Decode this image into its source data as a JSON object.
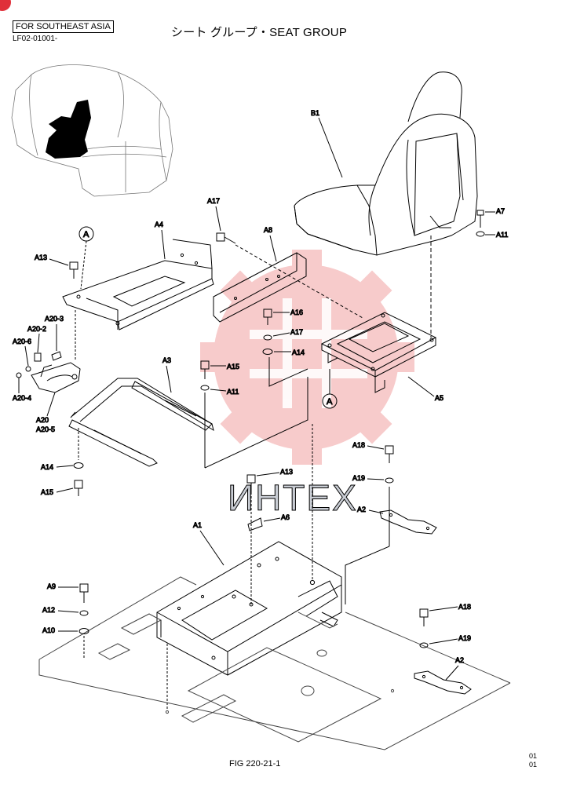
{
  "header": {
    "region": "FOR SOUTHEAST ASIA",
    "ref_code": "LF02-01001-",
    "title": "シート グループ・SEAT GROUP"
  },
  "footer": {
    "figure": "FIG 220-21-1",
    "page_a": "01",
    "page_b": "01"
  },
  "watermark": "ИНТЕХ",
  "colors": {
    "watermark_red": "#f4b4b4",
    "watermark_grey": "#c9cdd4",
    "line": "#000000"
  },
  "callouts": {
    "b1": "B1",
    "a17_top": "A17",
    "a7": "A7",
    "a11_right": "A11",
    "a4": "A4",
    "a8": "A8",
    "a13_left": "A13",
    "a20_3": "A20-3",
    "a20_2": "A20-2",
    "a20_6": "A20-6",
    "a20_4": "A20-4",
    "a20": "A20",
    "a20_5": "A20-5",
    "a16": "A16",
    "a17_mid": "A17",
    "a14_mid": "A14",
    "a3": "A3",
    "a15_mid": "A15",
    "a11_mid": "A11",
    "a5": "A5",
    "a14_left": "A14",
    "a15_left": "A15",
    "a18_top": "A18",
    "a13_mid": "A13",
    "a19_top": "A19",
    "a6": "A6",
    "a2_top": "A2",
    "a1": "A1",
    "a9": "A9",
    "a12": "A12",
    "a10": "A10",
    "a18_bottom": "A18",
    "a19_bottom": "A19",
    "a2_bottom": "A2",
    "circle_a": "A"
  }
}
